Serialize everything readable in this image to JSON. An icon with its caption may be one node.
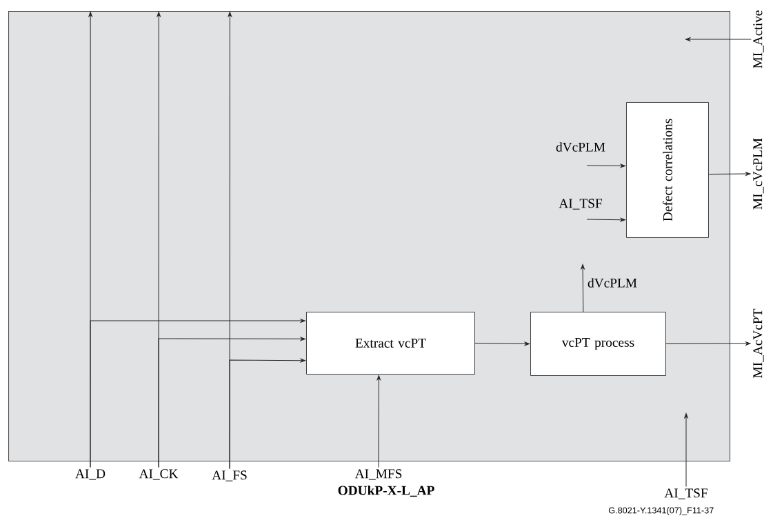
{
  "diagram": {
    "nodes": [
      {
        "text": [
          "ODUkP-X-L_AP"
        ]
      },
      {
        "text": [
          "Extract vcPT"
        ],
        "in": 0
      },
      {
        "text": [
          "vcPT process"
        ],
        "in": 0
      },
      {
        "text": [
          "Defect correlations"
        ],
        "in": 0
      },
      {
        "text": [
          "AI_D"
        ]
      },
      {
        "text": [
          "AI_CK"
        ]
      },
      {
        "text": [
          "AI_FS"
        ]
      },
      {
        "text": [
          "AI_MFS"
        ]
      },
      {
        "text": [
          "AI_TSF"
        ]
      },
      {
        "text": [
          "MI_Active"
        ]
      },
      {
        "text": [
          "MI_cVcPLM"
        ]
      },
      {
        "text": [
          "MI_AcVcPT"
        ]
      }
    ],
    "edges": [
      {
        "from": 4,
        "to": 0,
        "arrow": "to"
      },
      {
        "from": 4,
        "to": 1,
        "arrow": "to"
      },
      {
        "from": 5,
        "to": 0,
        "arrow": "to"
      },
      {
        "from": 5,
        "to": 1,
        "arrow": "to"
      },
      {
        "from": 6,
        "to": 0,
        "arrow": "to"
      },
      {
        "from": 6,
        "to": 1,
        "arrow": "to"
      },
      {
        "from": 7,
        "to": 1,
        "arrow": "to"
      },
      {
        "from": 8,
        "to": null,
        "arrow": "to"
      },
      {
        "from": 9,
        "to": null,
        "arrow": "to"
      },
      {
        "from": 3,
        "to": 10,
        "arrow": "to"
      },
      {
        "from": 2,
        "to": 11,
        "arrow": "to"
      },
      {
        "from": 1,
        "to": 2,
        "arrow": "to"
      },
      {
        "from": 2,
        "to": null,
        "arrow": "to",
        "label": "dVcPLM"
      },
      {
        "from": null,
        "to": 3,
        "arrow": "to",
        "label": "dVcPLM"
      },
      {
        "from": null,
        "to": 3,
        "arrow": "to",
        "label": "AI_TSF"
      }
    ],
    "labels": [
      "G.8021-Y.1341(07)_F11-37"
    ]
  }
}
